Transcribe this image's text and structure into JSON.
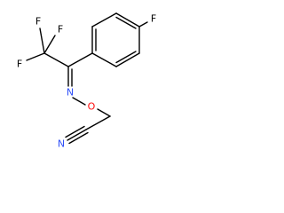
{
  "atoms": {
    "f_top_left": "F",
    "f_top_right": "F",
    "f_middle": "F",
    "f_para": "F",
    "n_imine": "N",
    "o_ether": "O",
    "n_nitrile": "N"
  },
  "colors": {
    "carbon": "#000000",
    "fluorine": "#90E050",
    "nitrogen": "#3050F8",
    "oxygen": "#FF0D0D",
    "background": "#FFFFFF"
  }
}
